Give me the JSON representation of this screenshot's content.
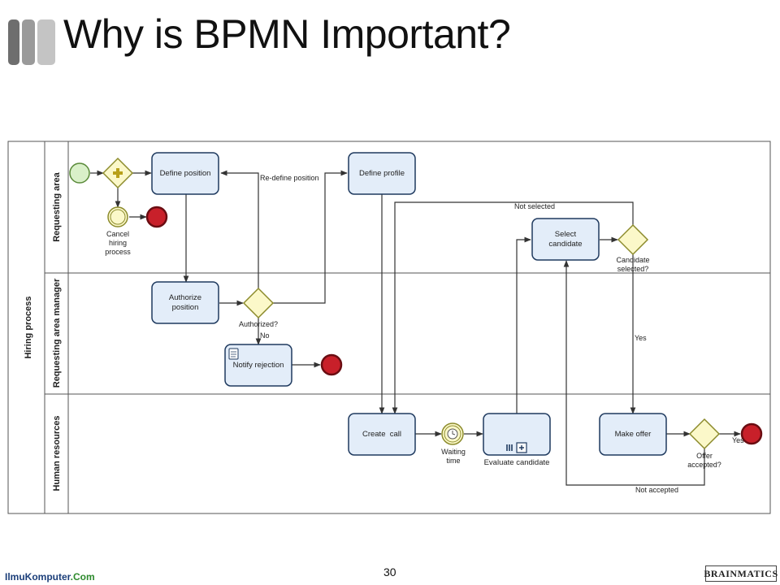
{
  "slide": {
    "title": "Why is BPMN Important?",
    "page_number": "30",
    "footer_left_logo": "IlmuKomputer",
    "footer_left_logo_suffix": ".Com",
    "footer_right_logo": "BRAINMATICS"
  },
  "colors": {
    "task_fill": "#e3edf9",
    "task_stroke": "#1f3a5f",
    "gateway_fill": "#fbf8c9",
    "gateway_stroke": "#8c8b2c",
    "start_fill": "#d9f0c9",
    "end_fill": "#c8202a",
    "deco_bars": [
      "#6e6e6e",
      "#9a9a9a",
      "#c4c4c4"
    ]
  },
  "diagram": {
    "pool": "Hiring process",
    "lanes": [
      "Requesting area",
      "Requesting area manager",
      "Human resources"
    ],
    "tasks": {
      "define_position": "Define position",
      "define_profile": "Define profile",
      "authorize_position": [
        "Authorize",
        "position"
      ],
      "notify_rejection": "Notify rejection",
      "select_candidate": [
        "Select",
        "candidate"
      ],
      "create_call": "Create  call",
      "evaluate_candidate": "Evaluate candidate",
      "make_offer": "Make offer"
    },
    "events": {
      "cancel_hiring": [
        "Cancel",
        "hiring",
        "process"
      ],
      "waiting_time": [
        "Waiting",
        "time"
      ]
    },
    "gateways": {
      "authorized": "Authorized?",
      "candidate_selected": [
        "Candidate",
        "selected?"
      ],
      "offer_accepted": [
        "Offer",
        "accepted?"
      ]
    },
    "flow_labels": {
      "redefine_position": "Re-define position",
      "no": "No",
      "not_selected": "Not selected",
      "yes_selected": "Yes",
      "yes_accepted": "Yes",
      "not_accepted": "Not accepted"
    }
  }
}
